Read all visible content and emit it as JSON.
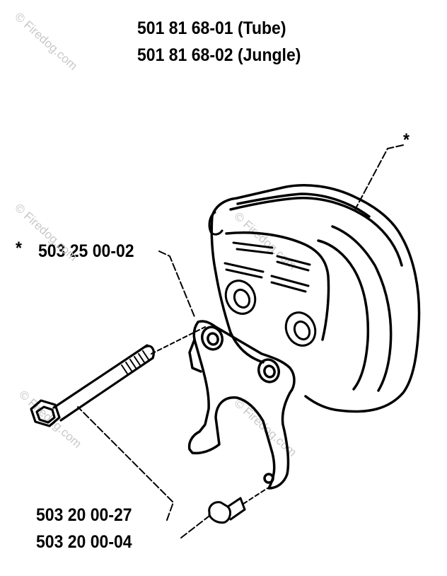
{
  "title": {
    "line1": "501 81 68-01 (Tube)",
    "line2": "501 81 68-02 (Jungle)"
  },
  "callouts": {
    "muffler_asterisk": "*",
    "bracket_asterisk": "*",
    "bracket_part": "503 25 00-02",
    "bolt_part": "503 20 00-27",
    "screw_part": "503 20 00-04"
  },
  "watermark": "© Firedog.com",
  "colors": {
    "line": "#000000",
    "watermark": "#c8c8c8",
    "background": "#ffffff"
  }
}
